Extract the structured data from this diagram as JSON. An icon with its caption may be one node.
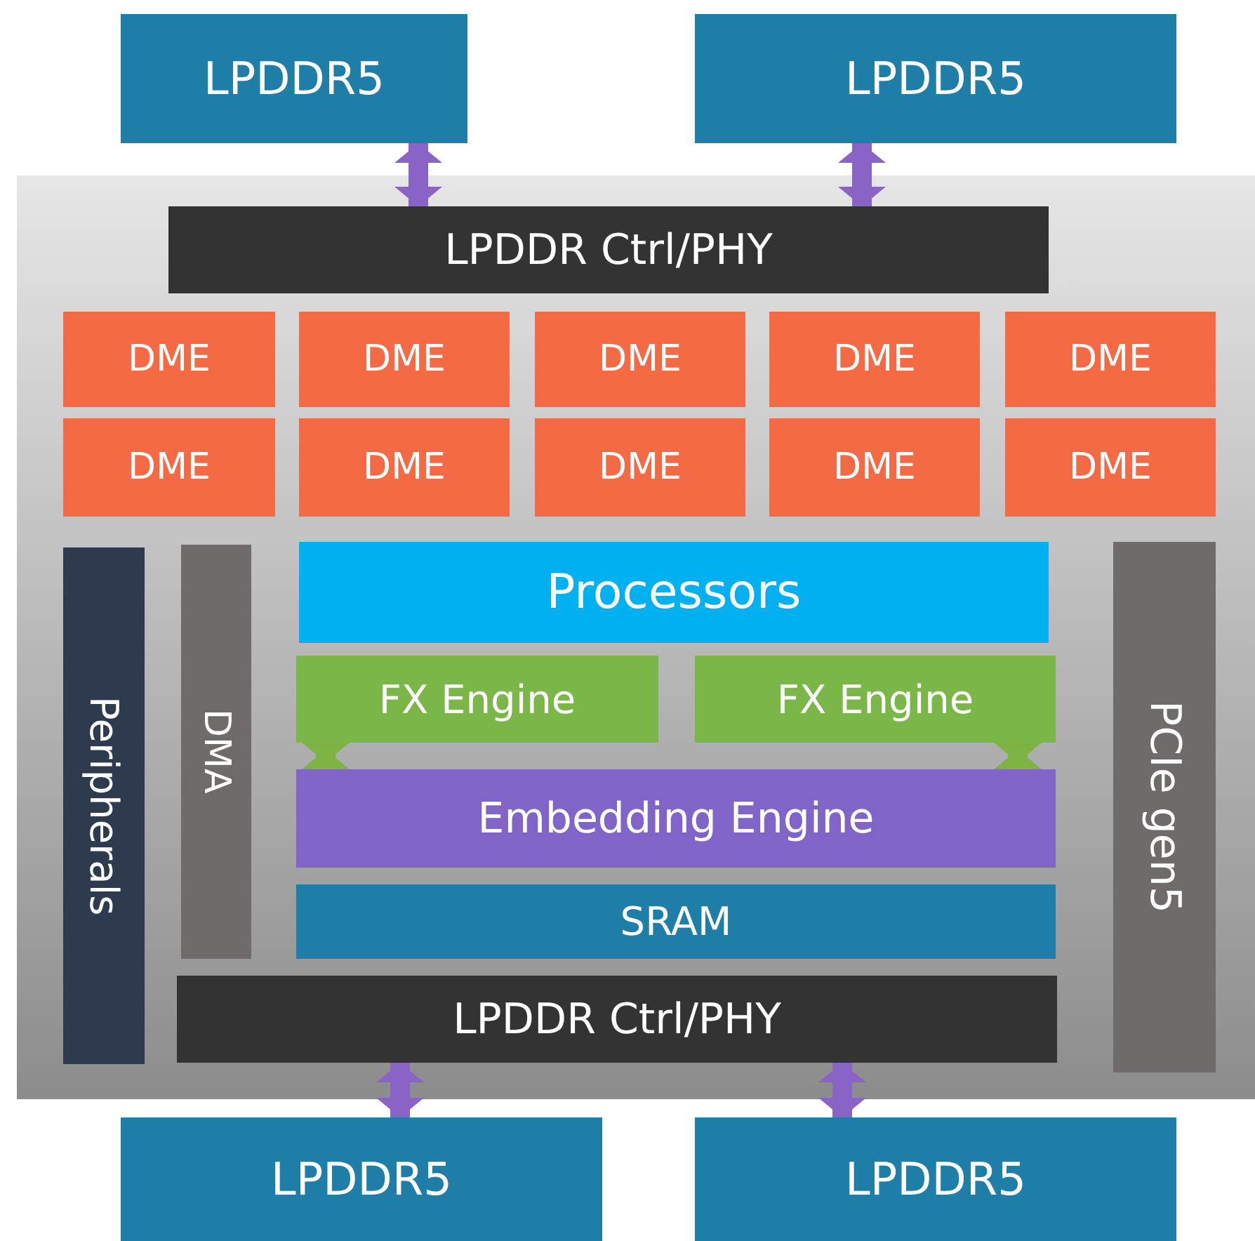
{
  "diagram": {
    "nodes": [
      {
        "text": [
          "LPDDR5"
        ]
      },
      {
        "text": [
          "LPDDR5"
        ]
      },
      {
        "text": [
          "LPDDR Ctrl/PHY"
        ]
      },
      {
        "text": [
          "DME"
        ]
      },
      {
        "text": [
          "DME"
        ]
      },
      {
        "text": [
          "DME"
        ]
      },
      {
        "text": [
          "DME"
        ]
      },
      {
        "text": [
          "DME"
        ]
      },
      {
        "text": [
          "DME"
        ]
      },
      {
        "text": [
          "DME"
        ]
      },
      {
        "text": [
          "DME"
        ]
      },
      {
        "text": [
          "DME"
        ]
      },
      {
        "text": [
          "DME"
        ]
      },
      {
        "text": [
          "Peripherals"
        ]
      },
      {
        "text": [
          "DMA"
        ]
      },
      {
        "text": [
          "Processors"
        ]
      },
      {
        "text": [
          "FX Engine"
        ]
      },
      {
        "text": [
          "FX Engine"
        ]
      },
      {
        "text": [
          "Embedding Engine"
        ]
      },
      {
        "text": [
          "SRAM"
        ]
      },
      {
        "text": [
          "PCIe gen5"
        ]
      },
      {
        "text": [
          "LPDDR Ctrl/PHY"
        ]
      },
      {
        "text": [
          "LPDDR5"
        ]
      },
      {
        "text": [
          "LPDDR5"
        ]
      }
    ],
    "edges": [
      {
        "from": 0,
        "to": 2,
        "arrow": "both"
      },
      {
        "from": 1,
        "to": 2,
        "arrow": "both"
      },
      {
        "from": 16,
        "to": 18,
        "arrow": "both",
        "color": "#7cb342"
      },
      {
        "from": 17,
        "to": 18,
        "arrow": "both",
        "color": "#7cb342"
      },
      {
        "from": 21,
        "to": 22,
        "arrow": "both"
      },
      {
        "from": 21,
        "to": 23,
        "arrow": "both"
      }
    ]
  }
}
